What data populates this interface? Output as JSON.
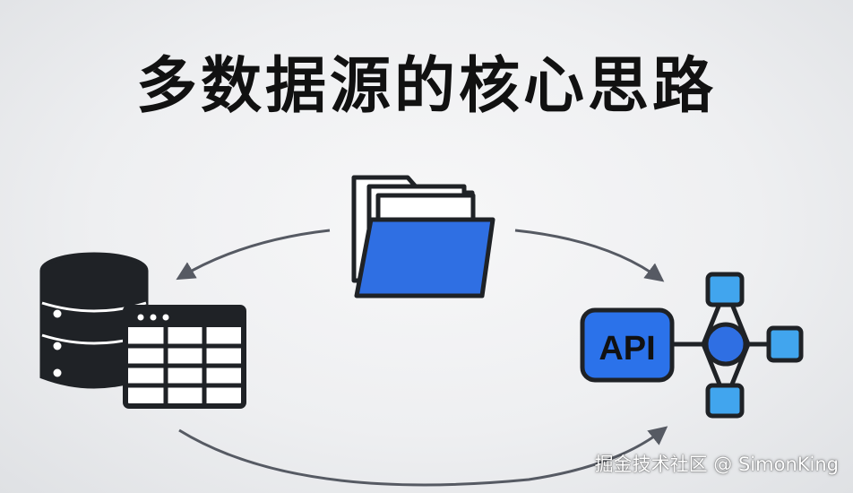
{
  "title": "多数据源的核心思路",
  "api_label": "API",
  "watermark": "掘金技术社区 @ SimonKing",
  "colors": {
    "outline": "#1f2226",
    "blue": "#2f6fe3",
    "light_blue": "#41a5ee",
    "api_blue": "#2b72ea",
    "arrow": "#565a63"
  },
  "icons": [
    "folder-icon",
    "database-icon",
    "table-icon",
    "api-icon",
    "network-node-icon"
  ]
}
